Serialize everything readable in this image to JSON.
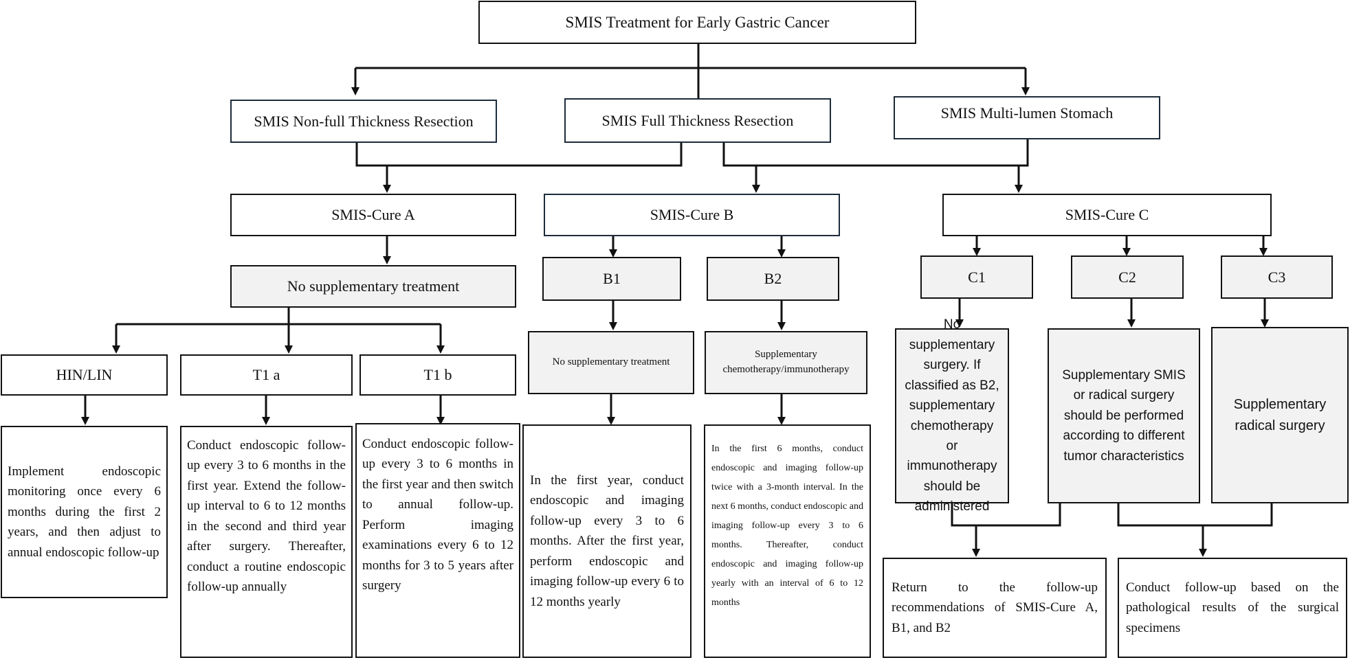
{
  "root": "SMIS Treatment for Early Gastric Cancer",
  "methods": {
    "non_full": "SMIS Non-full Thickness Resection",
    "full": "SMIS Full Thickness Resection",
    "multi": "SMIS Multi-lumen Stomach"
  },
  "cures": {
    "a": "SMIS-Cure A",
    "b": "SMIS-Cure B",
    "c": "SMIS-Cure C"
  },
  "cure_a": {
    "treatment": "No supplementary treatment",
    "subtypes": [
      {
        "label": "HIN/LIN",
        "followup": "Implement endoscopic monitoring once every 6 months during the first 2 years, and then adjust to annual endoscopic follow-up"
      },
      {
        "label": "T1 a",
        "followup": "Conduct endoscopic follow-up every 3 to 6 months in the first year. Extend the follow-up interval to 6 to 12 months in the second and third year after surgery. Thereafter, conduct a routine endoscopic follow-up annually"
      },
      {
        "label": "T1 b",
        "followup": "Conduct endoscopic follow-up every 3 to 6 months in the first year and then switch to annual follow-up. Perform imaging examinations every 6 to 12 months for 3 to 5 years after surgery"
      }
    ]
  },
  "cure_b": {
    "subtypes": [
      {
        "label": "B1",
        "treatment": "No supplementary treatment",
        "followup": "In the first year, conduct endoscopic and imaging follow-up every 3 to 6 months. After the first year, perform endoscopic and imaging follow-up every 6 to 12 months yearly"
      },
      {
        "label": "B2",
        "treatment": "Supplementary chemotherapy/immunotherapy",
        "followup": "In the first 6 months, conduct endoscopic and imaging follow-up twice with a 3-month interval. In the next 6 months, conduct endoscopic and imaging follow-up every 3 to 6 months. Thereafter, conduct endoscopic and imaging follow-up yearly with an interval of 6 to 12 months"
      }
    ]
  },
  "cure_c": {
    "subtypes": [
      {
        "label": "C1",
        "treatment": "No supplementary surgery. If classified as B2, supplementary chemotherapy or immunotherapy should be administered"
      },
      {
        "label": "C2",
        "treatment": "Supplementary SMIS or radical surgery should be performed according to different tumor characteristics"
      },
      {
        "label": "C3",
        "treatment": "Supplementary radical surgery"
      }
    ],
    "followup_c1_c2": "Return to the follow-up recommendations of SMIS-Cure A, B1, and B2",
    "followup_c2_c3": "Conduct follow-up based on the pathological results of the surgical specimens"
  }
}
